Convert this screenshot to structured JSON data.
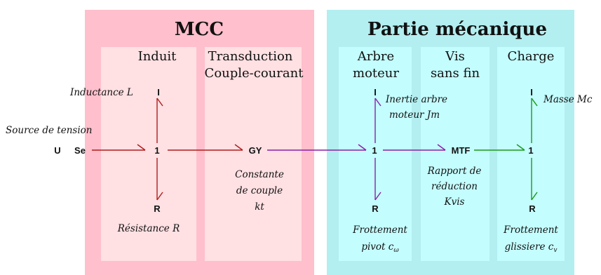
{
  "colors": {
    "mcc_bg": "#ffbfcc",
    "mcc_panel": "#ffe0e3",
    "meca_bg": "#b3eef0",
    "meca_panel": "#c4fdfe",
    "elec_bond": "#b01c1c",
    "gy_bond": "#8a1fa6",
    "vis_bond": "#8a1fa6",
    "charge_bond": "#1a9a1a",
    "text": "#111111"
  },
  "sections": {
    "mcc_title": "MCC",
    "meca_title": "Partie mécanique"
  },
  "panels": {
    "induit": "Induit",
    "transduction_l1": "Transduction",
    "transduction_l2": "Couple-courant",
    "arbre_l1": "Arbre",
    "arbre_l2": "moteur",
    "vis_l1": "Vis",
    "vis_l2": "sans fin",
    "charge": "Charge"
  },
  "nodes": {
    "u": "U",
    "se": "Se",
    "j1_elec": "1",
    "i_elec": "I",
    "r_elec": "R",
    "gy": "GY",
    "j1_arbre": "1",
    "i_arbre": "I",
    "r_arbre": "R",
    "mtf": "MTF",
    "j1_charge": "1",
    "i_charge": "I",
    "r_charge": "R"
  },
  "annotations": {
    "source": "Source de tension",
    "inductance": "Inductance L",
    "resistance": "Résistance R",
    "constante_l1": "Constante",
    "constante_l2": "de couple",
    "constante_l3": "kt",
    "inertie_l1": "Inertie arbre",
    "inertie_l2": "moteur Jm",
    "frottement_pivot_l1": "Frottement",
    "frottement_pivot_l2": "pivot c",
    "frottement_pivot_sub": "ω",
    "rapport_l1": "Rapport de",
    "rapport_l2": "réduction",
    "rapport_l3": "Kvis",
    "masse": "Masse Mc",
    "frottement_gliss_l1": "Frottement",
    "frottement_gliss_l2": "glissiere c",
    "frottement_gliss_sub": "v"
  }
}
